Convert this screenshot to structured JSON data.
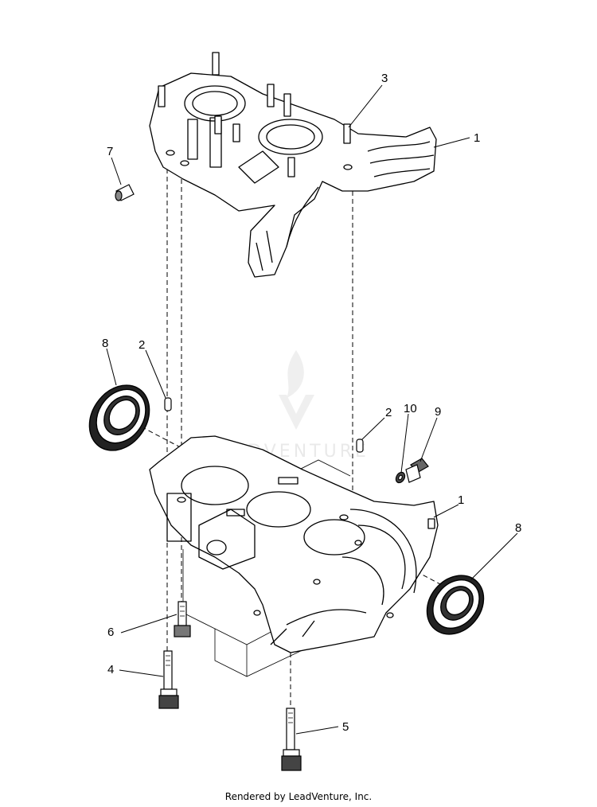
{
  "diagram": {
    "callouts": {
      "c1_upper": "1",
      "c3": "3",
      "c7": "7",
      "c8_left": "8",
      "c2_left": "2",
      "c2_right": "2",
      "c10": "10",
      "c9": "9",
      "c1_lower": "1",
      "c8_right": "8",
      "c6": "6",
      "c4": "4",
      "c5": "5"
    },
    "watermark": "LEADVENTURE"
  },
  "footer": {
    "credit": "Rendered by LeadVenture, Inc."
  }
}
